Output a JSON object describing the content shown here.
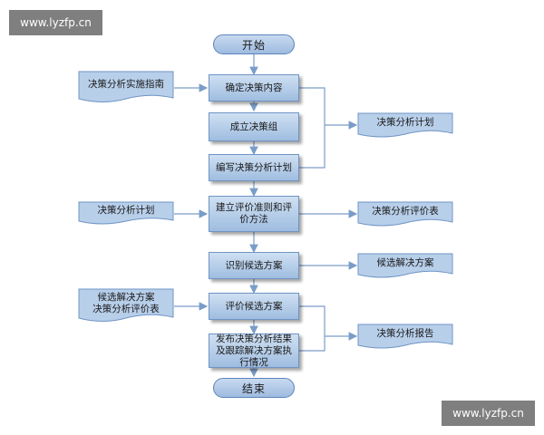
{
  "watermarks": {
    "top_left": "www.lyzfp.cn",
    "bottom_right": "www.lyzfp.cn"
  },
  "flow": {
    "start": "开始",
    "end": "结束",
    "steps": [
      "确定决策内容",
      "成立决策组",
      "编写决策分析计划",
      "建立评价准则和评价方法",
      "识别候选方案",
      "评价候选方案",
      "发布决策分析结果及跟踪解决方案执行情况"
    ]
  },
  "inputs": {
    "guide": "决策分析实施指南",
    "plan": "决策分析计划",
    "candidates": "候选解决方案",
    "eval_table": "决策分析评价表"
  },
  "outputs": {
    "plan": "决策分析计划",
    "eval_table": "决策分析评价表",
    "candidates": "候选解决方案",
    "report": "决策分析报告"
  },
  "colors": {
    "box_fill": "#b8cfea",
    "box_border": "#6f94c4",
    "line": "#7a9cc8"
  }
}
